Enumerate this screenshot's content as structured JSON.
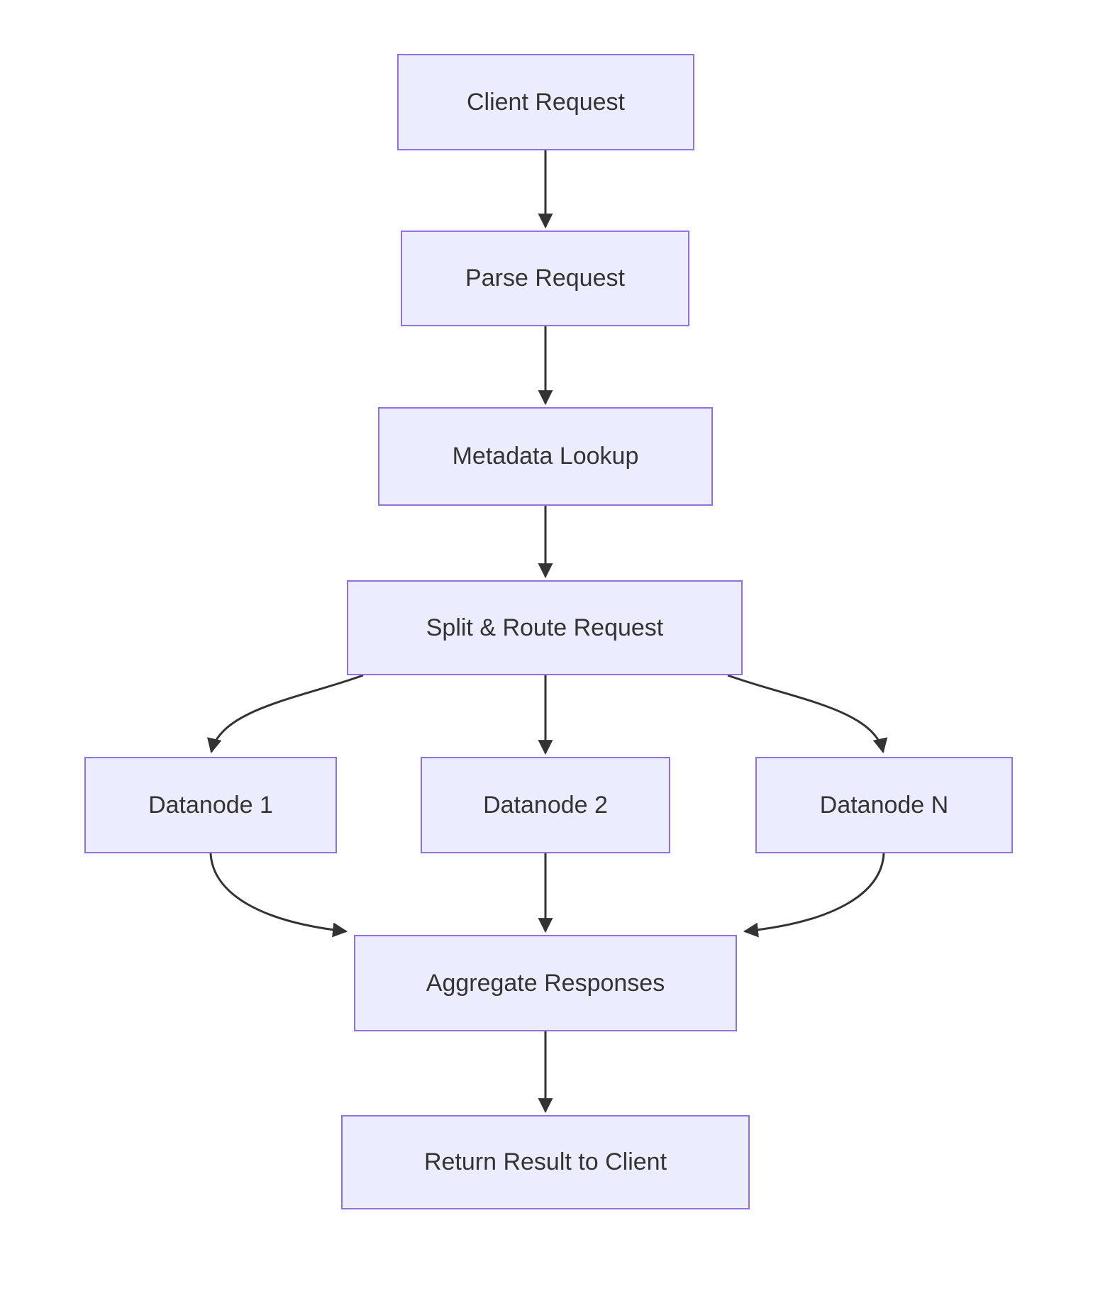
{
  "diagram": {
    "type": "flowchart",
    "direction": "top-down",
    "colors": {
      "node_fill": "#ECECFF",
      "node_border": "#9370DB",
      "text": "#333333",
      "edge": "#333333",
      "background": "#ffffff"
    },
    "nodes": [
      {
        "id": "client",
        "label": "Client Request"
      },
      {
        "id": "parse",
        "label": "Parse Request"
      },
      {
        "id": "metadata",
        "label": "Metadata Lookup"
      },
      {
        "id": "split",
        "label": "Split & Route Request"
      },
      {
        "id": "datanode1",
        "label": "Datanode 1"
      },
      {
        "id": "datanode2",
        "label": "Datanode 2"
      },
      {
        "id": "datanodeN",
        "label": "Datanode N"
      },
      {
        "id": "aggregate",
        "label": "Aggregate Responses"
      },
      {
        "id": "return",
        "label": "Return Result to Client"
      }
    ],
    "edges": [
      {
        "from": "client",
        "to": "parse"
      },
      {
        "from": "parse",
        "to": "metadata"
      },
      {
        "from": "metadata",
        "to": "split"
      },
      {
        "from": "split",
        "to": "datanode1"
      },
      {
        "from": "split",
        "to": "datanode2"
      },
      {
        "from": "split",
        "to": "datanodeN"
      },
      {
        "from": "datanode1",
        "to": "aggregate"
      },
      {
        "from": "datanode2",
        "to": "aggregate"
      },
      {
        "from": "datanodeN",
        "to": "aggregate"
      },
      {
        "from": "aggregate",
        "to": "return"
      }
    ]
  }
}
